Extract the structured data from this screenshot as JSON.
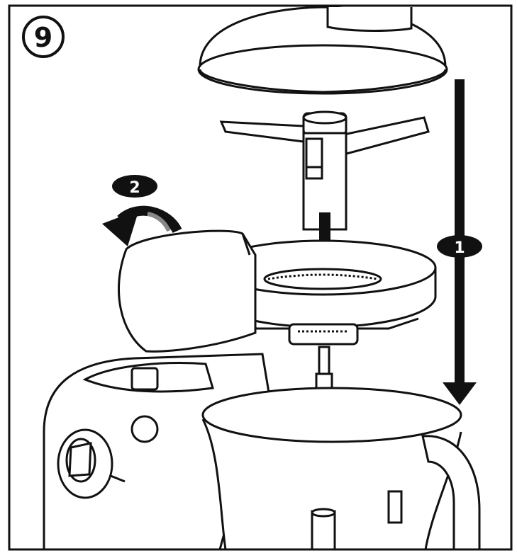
{
  "step": {
    "number": "9"
  },
  "callouts": [
    {
      "id": "1",
      "label": "1"
    },
    {
      "id": "2",
      "label": "2"
    }
  ],
  "colors": {
    "ink": "#111111",
    "paper": "#ffffff",
    "shade": "#e9e9e9"
  }
}
